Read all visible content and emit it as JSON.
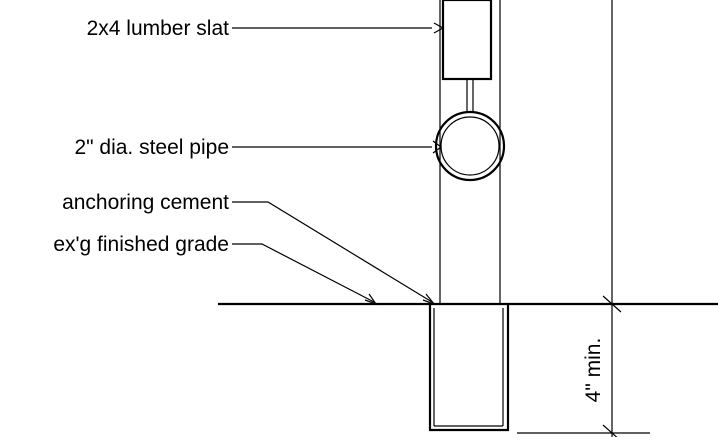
{
  "callouts": {
    "lumber_slat": "2x4 lumber slat",
    "steel_pipe": "2\" dia. steel pipe",
    "anchoring_cement": "anchoring cement",
    "finished_grade": "ex'g finished grade"
  },
  "dimension": {
    "depth_label": "4\" min."
  },
  "colors": {
    "line": "#000000",
    "background": "#ffffff"
  }
}
